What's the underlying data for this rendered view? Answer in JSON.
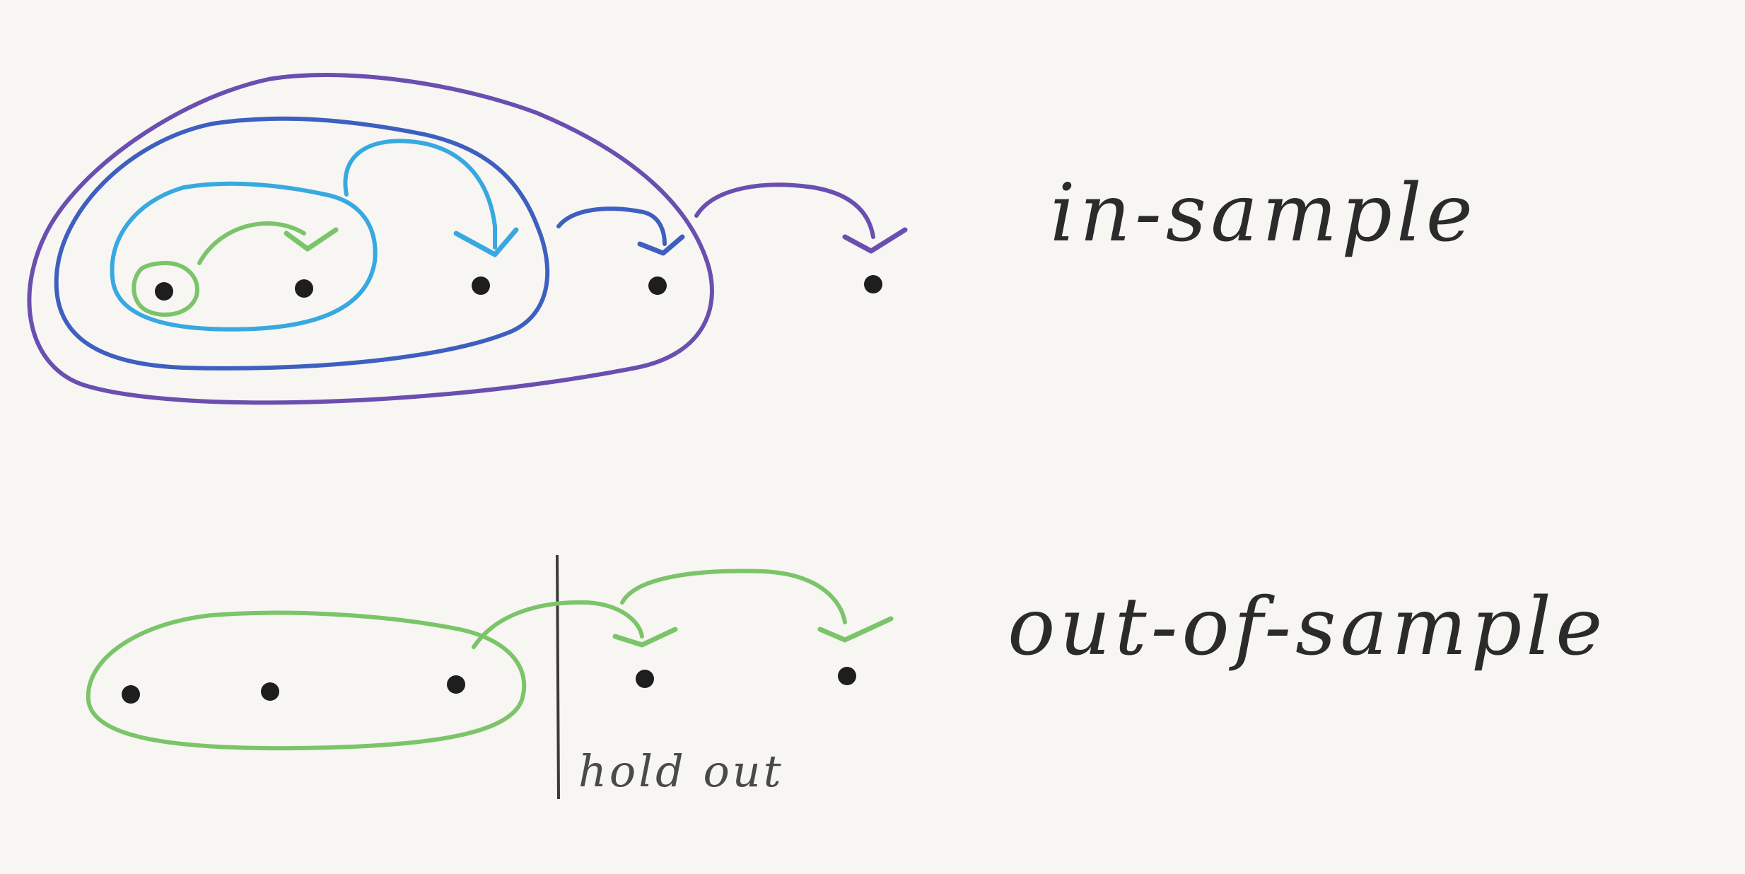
{
  "labels": {
    "in_sample": "in-sample",
    "out_of_sample": "out-of-sample",
    "hold_out": "hold out"
  },
  "colors": {
    "green": "#7cc46a",
    "light_blue": "#38a9e0",
    "blue": "#3f5fc0",
    "purple": "#6a4fb0",
    "ink": "#1e1e1e",
    "divider": "#3a3a3a"
  }
}
